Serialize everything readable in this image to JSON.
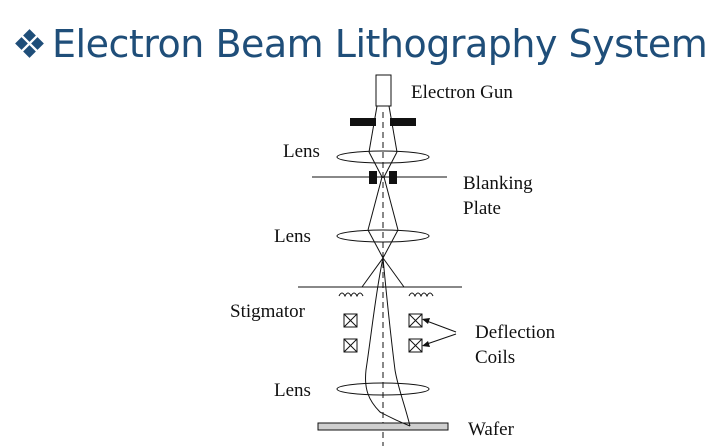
{
  "title": "Electron Beam Lithography System",
  "labels": {
    "electron_gun": "Electron Gun",
    "lens_top": "Lens",
    "blanking_line1": "Blanking",
    "blanking_line2": "Plate",
    "lens_middle": "Lens",
    "stigmator": "Stigmator",
    "deflection_line1": "Deflection",
    "deflection_line2": "Coils",
    "lens_bottom": "Lens",
    "wafer": "Wafer"
  },
  "colors": {
    "title": "#1f4e79",
    "bullet": "#1f4e79",
    "line": "#111111",
    "wafer_fill": "#cfcfcf"
  },
  "icons": {
    "bullet": "diamond-bullet-icon"
  }
}
